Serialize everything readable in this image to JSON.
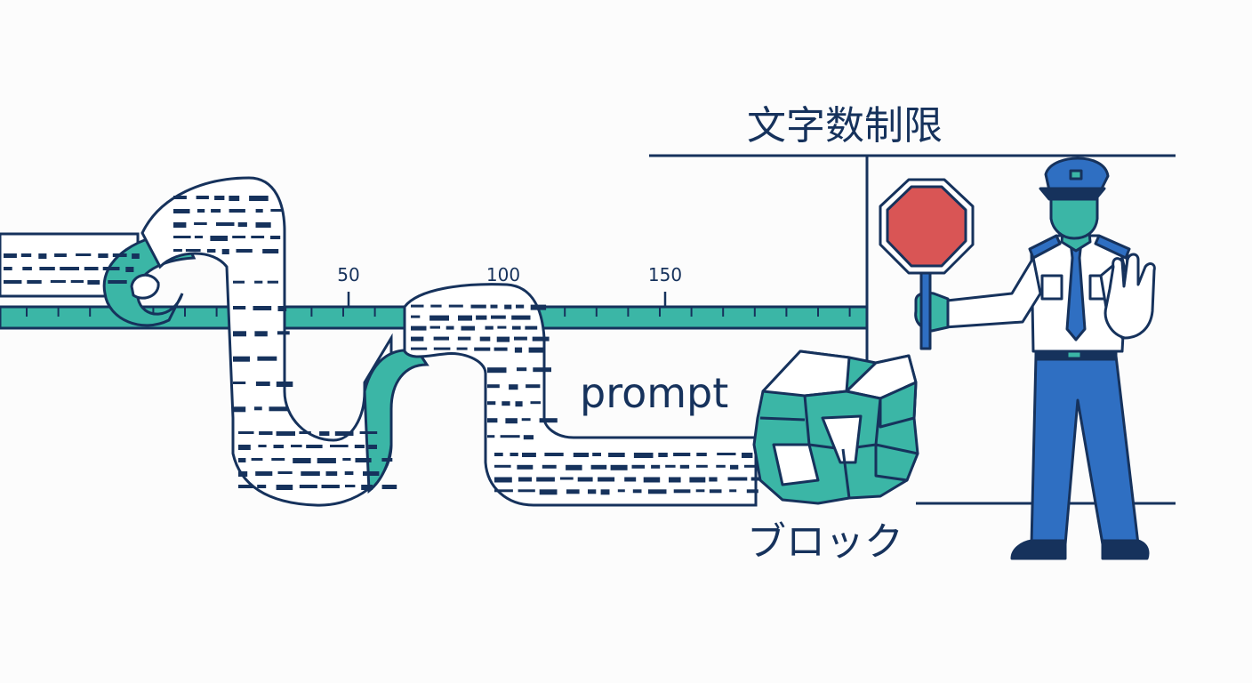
{
  "labels": {
    "limit": "文字数制限",
    "prompt": "prompt",
    "block": "ブロック"
  },
  "ruler": {
    "tick_labels": [
      "50",
      "100",
      "150"
    ]
  },
  "colors": {
    "navy": "#16325c",
    "teal": "#3bb6a6",
    "stop_red": "#d95555",
    "uniform_blue": "#2f6fc2",
    "shirt": "#ffffff"
  },
  "icons": {
    "officer": "police-officer-icon",
    "stop_sign": "stop-sign-icon",
    "crumpled_block": "crumpled-text-block-icon",
    "paper_ribbon": "paper-scroll-icon"
  }
}
